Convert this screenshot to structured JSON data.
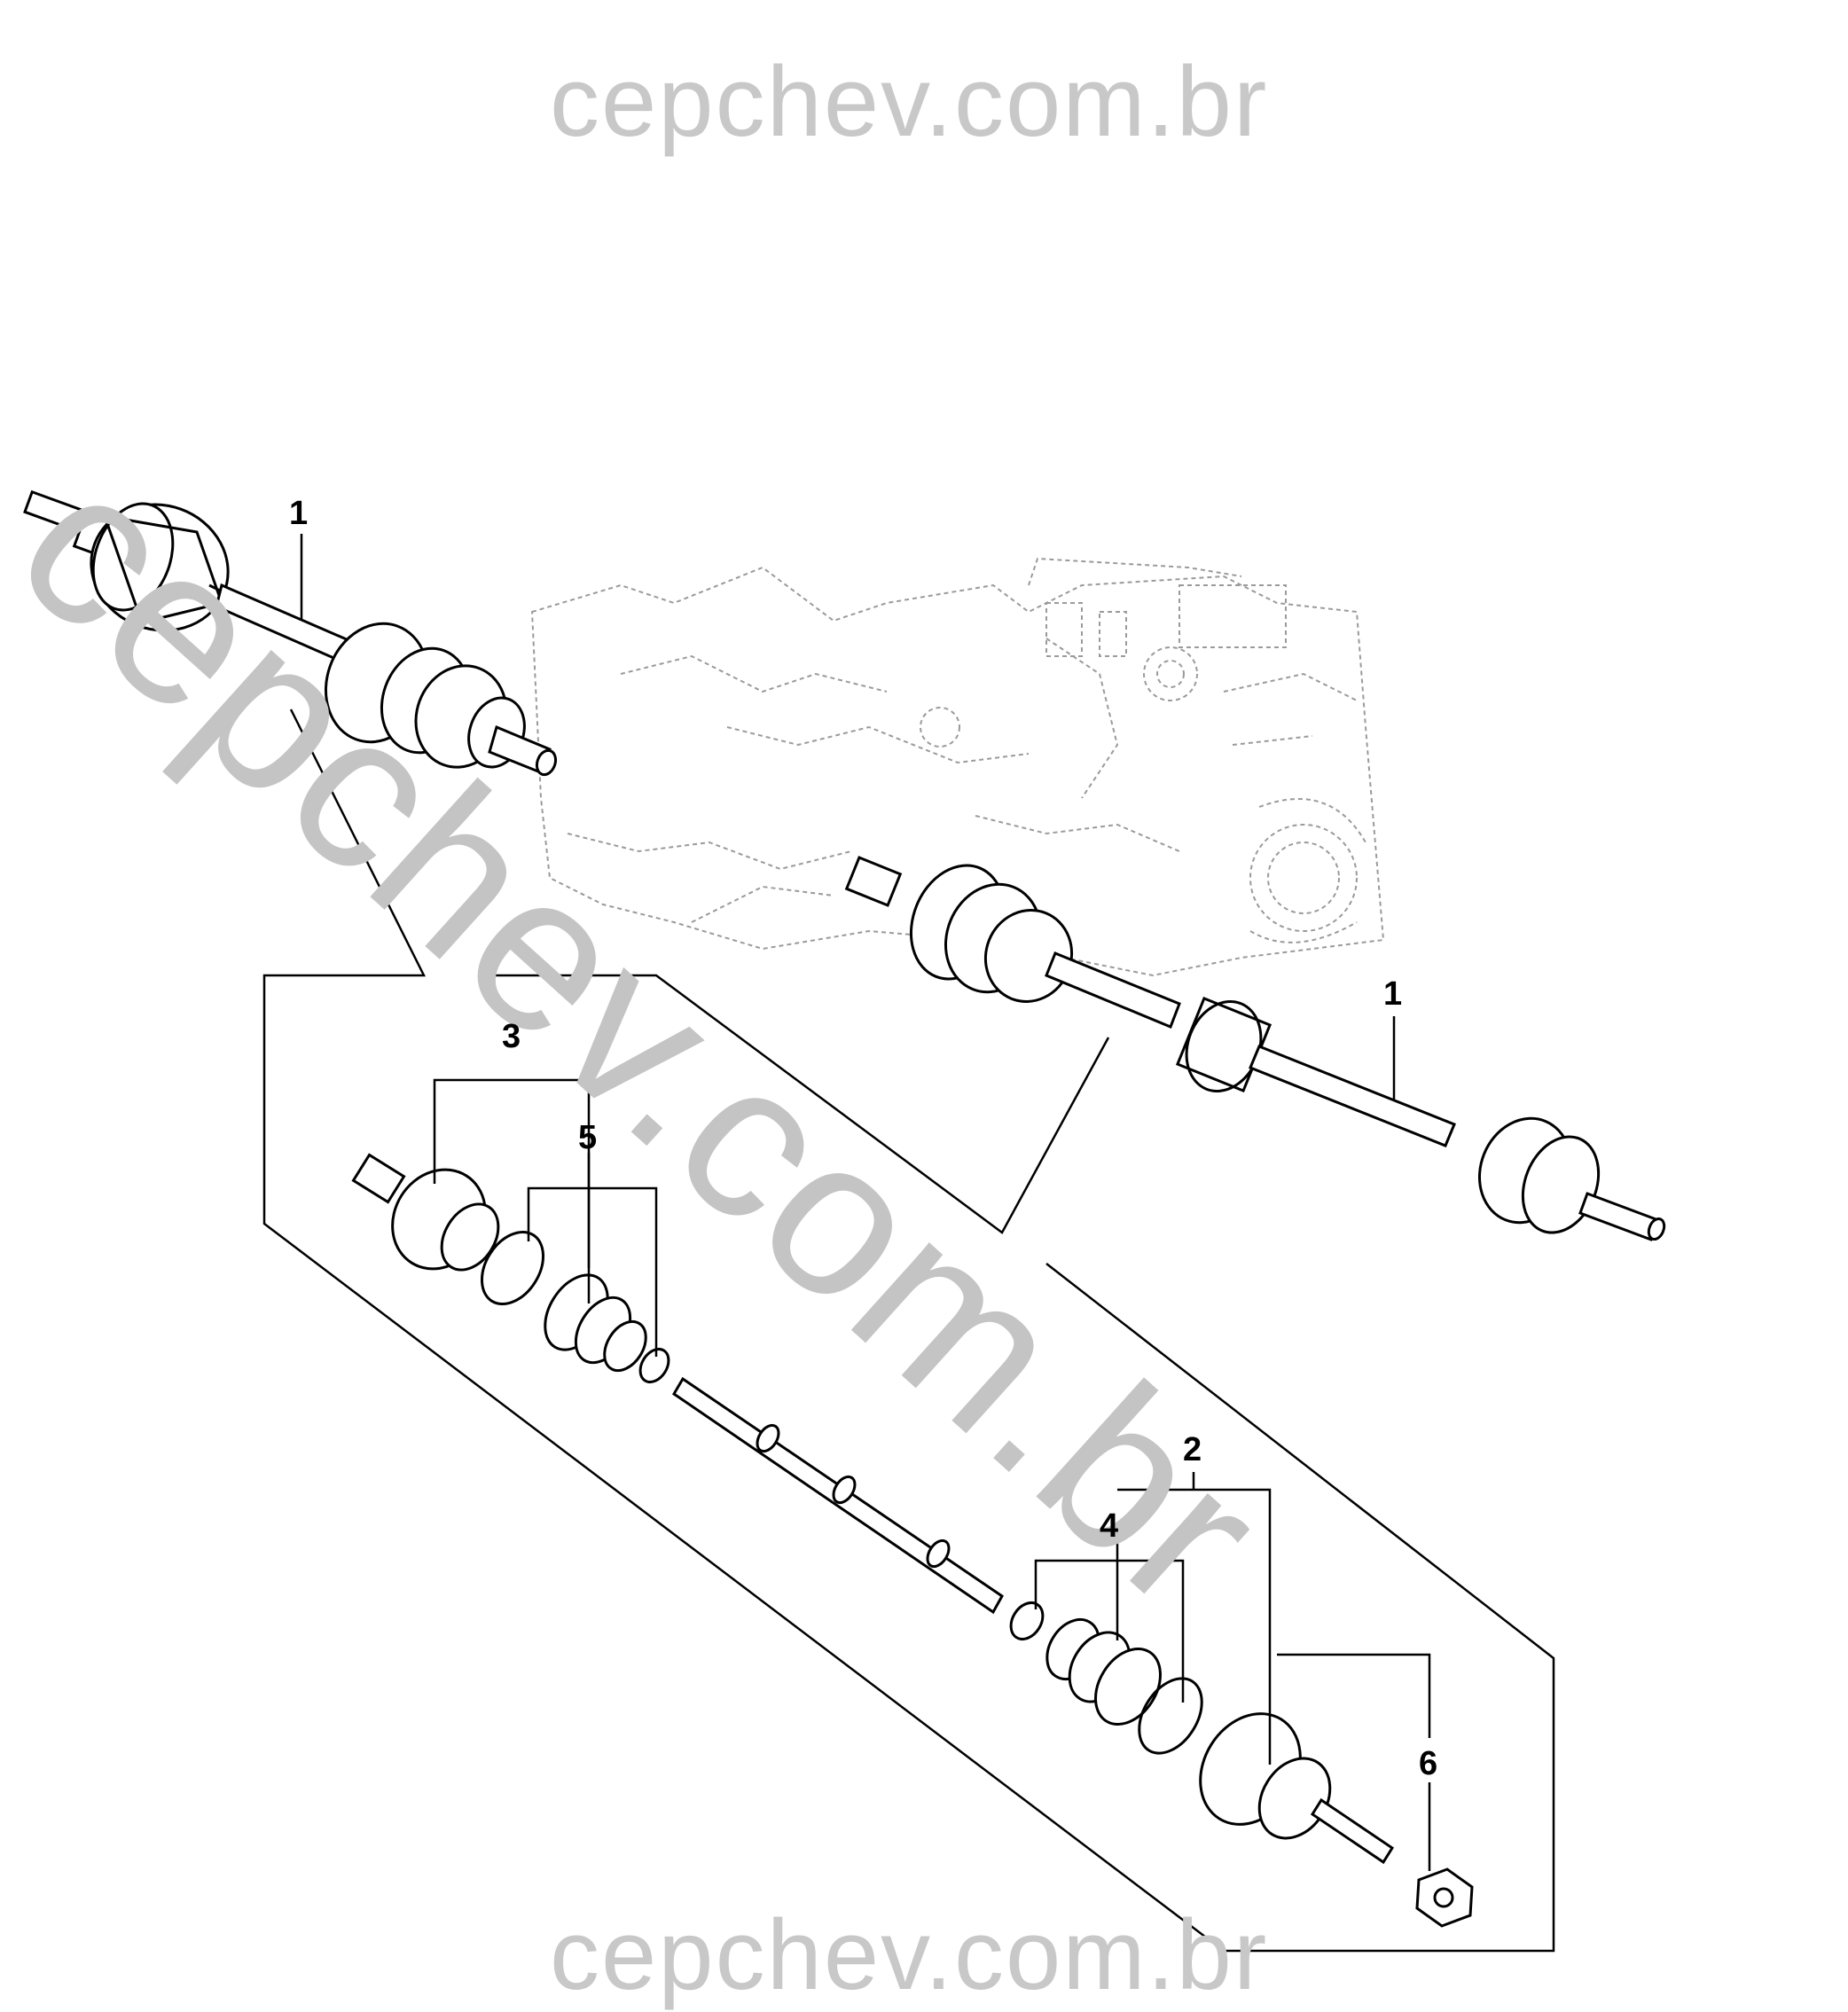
{
  "watermark": {
    "top": "cepchev.com.br",
    "diagonal": "cepchev.com.br",
    "bottom": "cepchev.com.br"
  },
  "callouts": {
    "c1_left": "1",
    "c1_right": "1",
    "c2": "2",
    "c3": "3",
    "c4": "4",
    "c5": "5",
    "c6": "6"
  },
  "colors": {
    "line": "#000000",
    "watermark": "#c8c8c8",
    "background_sketch": "#9a9a9a"
  }
}
